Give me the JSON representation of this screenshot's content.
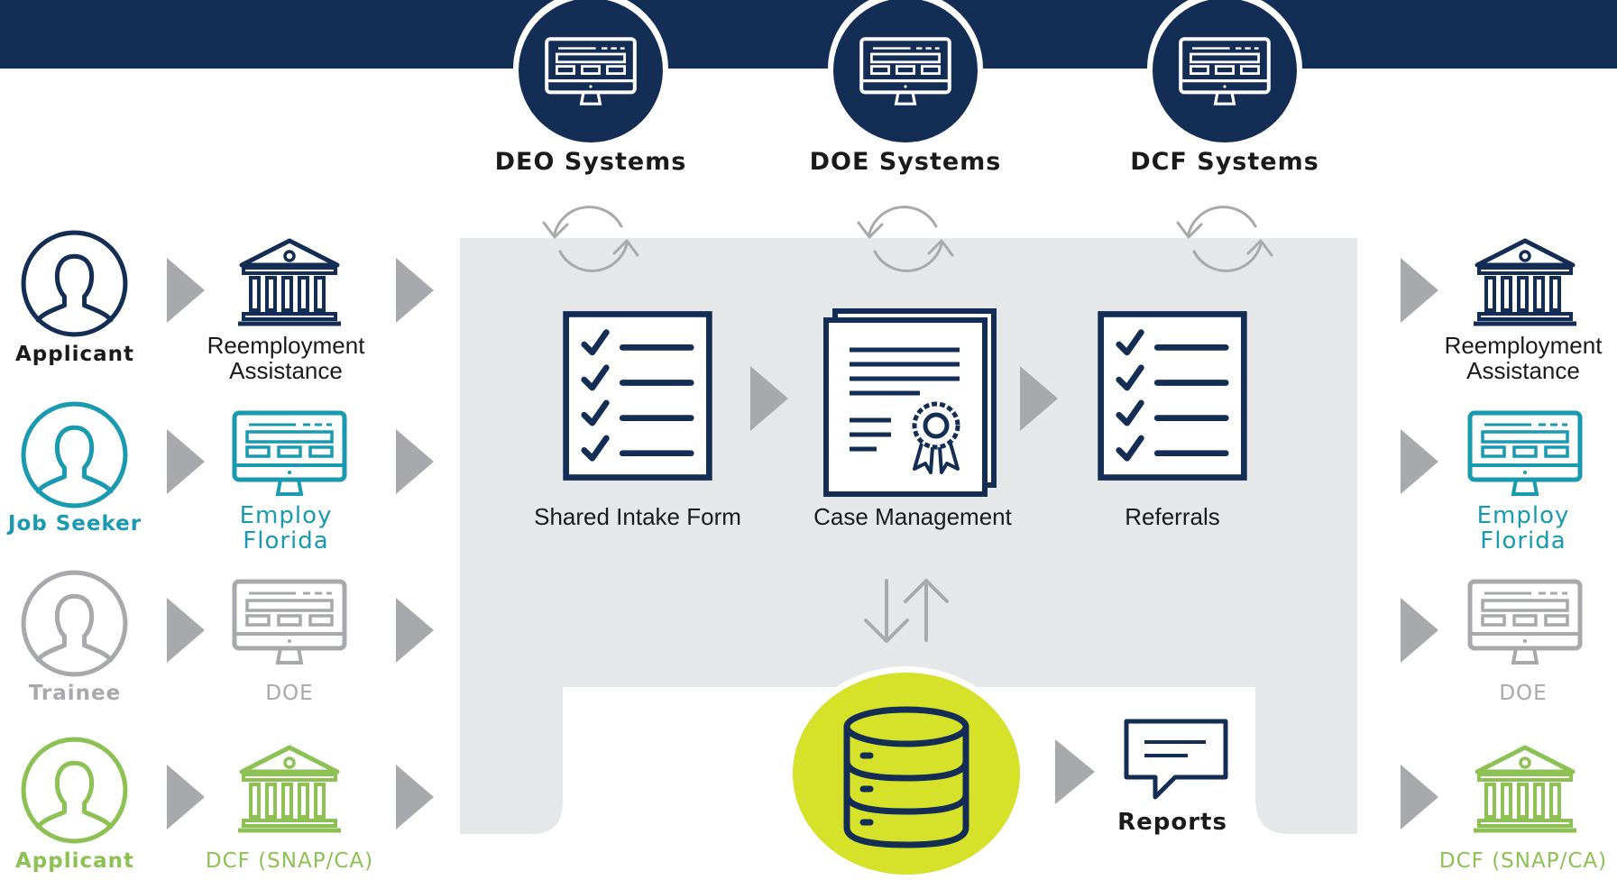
{
  "colors": {
    "navy": "#132d54",
    "teal": "#1a9ab0",
    "gray": "#a7a9ac",
    "green": "#8dc153",
    "lime": "#d6e12a",
    "panel": "#e6e7e8",
    "arrow": "#a7a9ac",
    "text": "#1a1a1a"
  },
  "systems": [
    {
      "label": "DEO Systems",
      "icon": "computer-icon"
    },
    {
      "label": "DOE Systems",
      "icon": "computer-icon"
    },
    {
      "label": "DCF Systems",
      "icon": "computer-icon"
    }
  ],
  "left_users": [
    {
      "label": "Applicant",
      "icon": "person-icon",
      "color": "navy"
    },
    {
      "label": "Job Seeker",
      "icon": "person-icon",
      "color": "teal"
    },
    {
      "label": "Trainee",
      "icon": "person-icon",
      "color": "gray"
    },
    {
      "label": "Applicant",
      "icon": "person-icon",
      "color": "green"
    }
  ],
  "left_agencies": [
    {
      "line1": "Reemployment",
      "line2": "Assistance",
      "icon": "building-icon",
      "color": "navy"
    },
    {
      "line1": "Employ",
      "line2": "Florida",
      "icon": "computer-icon",
      "color": "teal"
    },
    {
      "line1": "DOE",
      "line2": "",
      "icon": "computer-icon",
      "color": "gray"
    },
    {
      "line1": "DCF (SNAP/CA)",
      "line2": "",
      "icon": "building-icon",
      "color": "green"
    }
  ],
  "right_agencies": [
    {
      "line1": "Reemployment",
      "line2": "Assistance",
      "icon": "building-icon",
      "color": "navy"
    },
    {
      "line1": "Employ",
      "line2": "Florida",
      "icon": "computer-icon",
      "color": "teal"
    },
    {
      "line1": "DOE",
      "line2": "",
      "icon": "computer-icon",
      "color": "gray"
    },
    {
      "line1": "DCF (SNAP/CA)",
      "line2": "",
      "icon": "building-icon",
      "color": "green"
    }
  ],
  "process": [
    {
      "label": "Shared Intake Form",
      "icon": "checklist-icon"
    },
    {
      "label": "Case Management",
      "icon": "certificate-document-icon"
    },
    {
      "label": "Referrals",
      "icon": "checklist-icon"
    }
  ],
  "database": {
    "icon": "database-icon"
  },
  "reports": {
    "label": "Reports",
    "icon": "speech-bubble-icon"
  }
}
